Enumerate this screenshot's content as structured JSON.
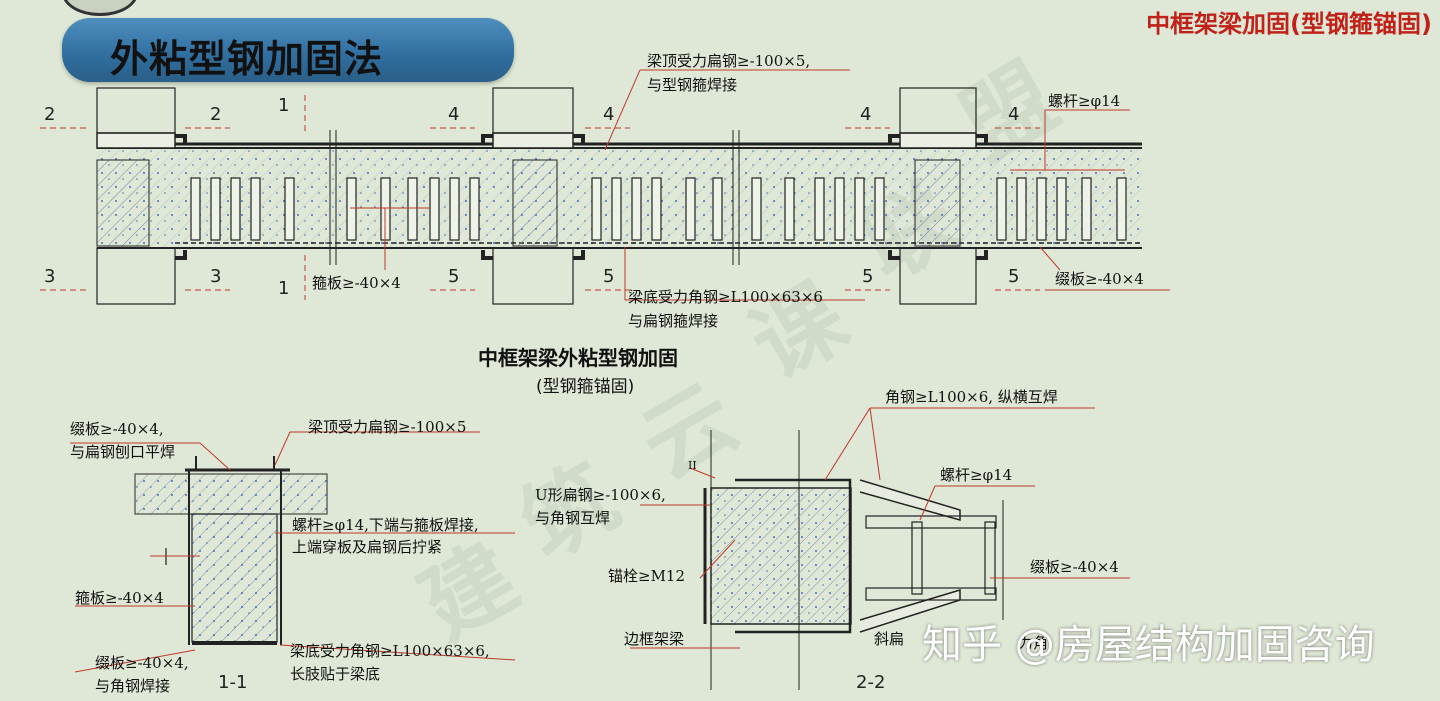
{
  "header": {
    "title": "外粘型钢加固法",
    "top_right_label": "中框架梁加固(型钢箍锚固)"
  },
  "elevation": {
    "section_marks": {
      "s2_left": "2",
      "s2_right": "2",
      "s3_left": "3",
      "s3_right": "3",
      "s1_top": "1",
      "s1_bottom": "1",
      "s4_a": "4",
      "s4_b": "4",
      "s4_c": "4",
      "s4_d": "4",
      "s5_a": "5",
      "s5_b": "5",
      "s5_c": "5",
      "s5_d": "5"
    },
    "notes": {
      "top_flat_steel_line1": "梁顶受力扁钢≥-100×5,",
      "top_flat_steel_line2": "与型钢箍焊接",
      "bolt": "螺杆≥φ14",
      "hoop_plate": "箍板≥-40×4",
      "bottom_angle_line1": "梁底受力角钢≥L100×63×6",
      "bottom_angle_line2": "与扁钢箍焊接",
      "batten_plate": "缀板≥-40×4"
    },
    "caption": "中框架梁外粘型钢加固",
    "sub_caption": "(型钢箍锚固)"
  },
  "section_1_1": {
    "label": "1-1",
    "notes": {
      "batten_line1": "缀板≥-40×4,",
      "batten_line2": "与扁钢刨口平焊",
      "top_steel": "梁顶受力扁钢≥-100×5",
      "bolt_line1": "螺杆≥φ14,下端与箍板焊接,",
      "bolt_line2": "上端穿板及扁钢后拧紧",
      "hoop": "箍板≥-40×4",
      "batten2_line1": "缀板≥-40×4,",
      "batten2_line2": "与角钢焊接",
      "bottom_angle_line1": "梁底受力角钢≥L100×63×6,",
      "bottom_angle_line2": "长肢贴于梁底"
    }
  },
  "section_2_2": {
    "label": "2-2",
    "notes": {
      "angle": "角钢≥L100×6, 纵横互焊",
      "bolt": "螺杆≥φ14",
      "u_flat_line1": "U形扁钢≥-100×6,",
      "u_flat_line2": "与角钢互焊",
      "batten": "缀板≥-40×4",
      "anchor": "锚栓≥M12",
      "edge_beam": "边框架梁",
      "oblique": "斜扁",
      "oblique_tail": "力角",
      "ii_mark": "II"
    }
  },
  "overlay": {
    "zhihu": "知乎 @房屋结构加固咨询",
    "watermark_chars": [
      "建",
      "筑",
      "云",
      "课",
      "联",
      "盟"
    ]
  },
  "colors": {
    "banner": "#3b7bab",
    "accent_red": "#c0221a",
    "background": "#dfe8d6",
    "dim_red": "#c0392b"
  }
}
